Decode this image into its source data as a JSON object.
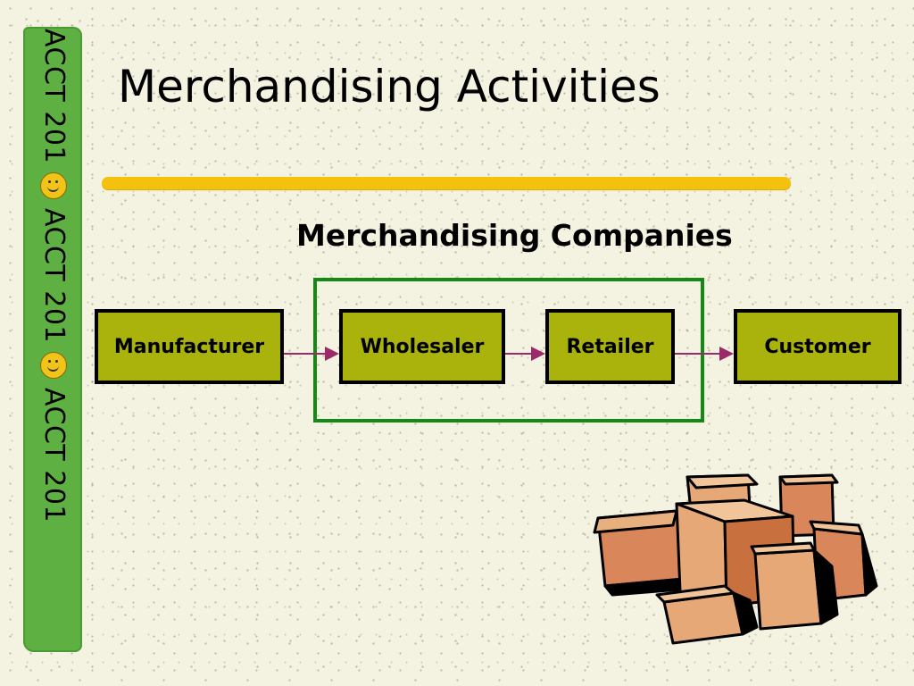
{
  "slide": {
    "title": "Merchandising Activities",
    "subtitle": "Merchandising Companies",
    "side_band": {
      "segments": [
        "ACCT 201",
        "ACCT 201",
        "ACCT 201"
      ],
      "separator_icon": "smiley-icon"
    }
  },
  "diagram": {
    "nodes": [
      {
        "id": "manufacturer",
        "label": "Manufacturer"
      },
      {
        "id": "wholesaler",
        "label": "Wholesaler"
      },
      {
        "id": "retailer",
        "label": "Retailer"
      },
      {
        "id": "customer",
        "label": "Customer"
      }
    ],
    "edges": [
      {
        "from": "manufacturer",
        "to": "wholesaler"
      },
      {
        "from": "wholesaler",
        "to": "retailer"
      },
      {
        "from": "retailer",
        "to": "customer"
      }
    ],
    "group": {
      "members": [
        "wholesaler",
        "retailer"
      ]
    }
  },
  "clipart": {
    "icon": "cardboard-boxes-icon"
  },
  "colors": {
    "background": "#f4f2e1",
    "side_band": "#5fb043",
    "rule": "#f4c10f",
    "node_fill": "#aab30b",
    "group_frame": "#148a14",
    "arrow": "#9b2a6b"
  }
}
